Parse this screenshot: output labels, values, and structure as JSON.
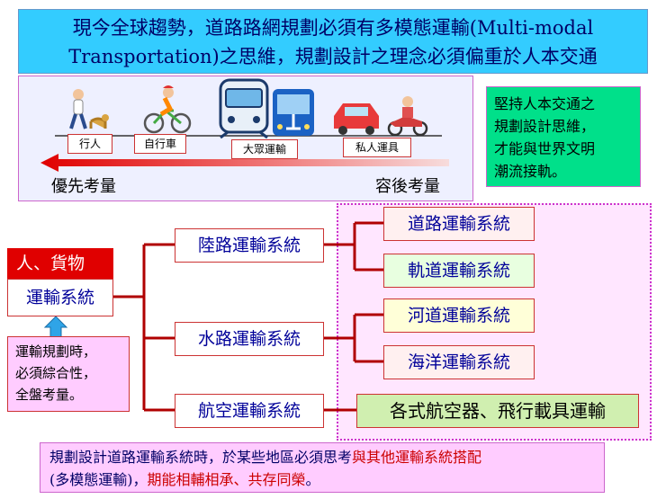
{
  "banner": {
    "line1": "現今全球趨勢，道路路網規劃必須有多模態運輸(Multi-modal",
    "line2": "Transportation)之思維，規劃設計之理念必須偏重於人本交通"
  },
  "modes": {
    "walk": "行人",
    "bike": "自行車",
    "transit": "大眾運輸",
    "private": "私人運具"
  },
  "priority": {
    "high": "優先考量",
    "low": "容後考量"
  },
  "side_note": {
    "line1": "堅持人本交通之",
    "line2": "規劃設計思維，",
    "line3": "才能與世界文明",
    "line4": "潮流接軌。"
  },
  "root": {
    "head": "人、貨物",
    "label": "運輸系統"
  },
  "planning_note": {
    "line1": "運輸規劃時，",
    "line2": "必須綜合性，",
    "line3": "全盤考量。"
  },
  "systems": {
    "land": "陸路運輸系統",
    "water": "水路運輸系統",
    "air": "航空運輸系統",
    "road": "道路運輸系統",
    "rail": "軌道運輸系統",
    "river": "河道運輸系統",
    "ocean": "海洋運輸系統",
    "aircraft": "各式航空器、飛行載具運輸"
  },
  "footer": {
    "part1": "規劃設計道路運輸系統時，於某些地區必須思考",
    "part2": "與其他運輸系統搭配",
    "part3": "(多模態運輸)，",
    "part4": "期能相輔相承、共存同榮",
    "part5": "。"
  },
  "colors": {
    "banner": "#33ccff",
    "accent_red": "#e00000",
    "green": "#00e08a",
    "pink": "#ffccff"
  }
}
